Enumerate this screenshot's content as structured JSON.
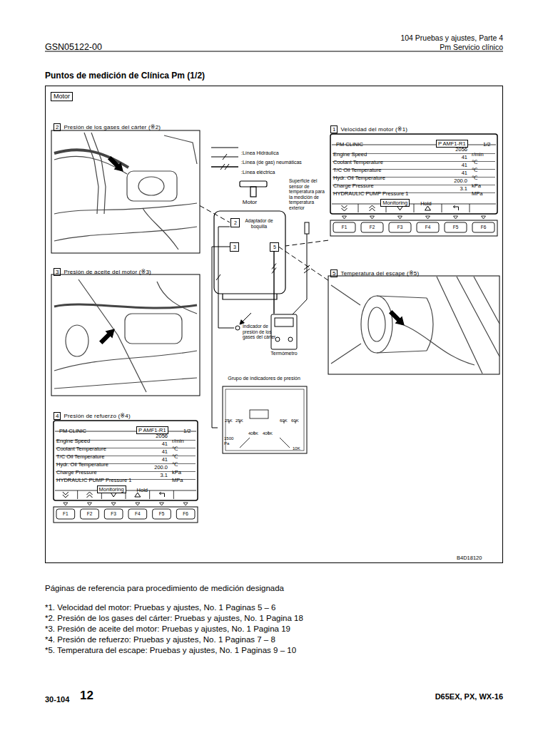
{
  "diagram": {
    "title": "Puntos de medición de Clínica Pm (1/2)",
    "nodes": [
      {
        "text": [
          "Motor"
        ]
      },
      {
        "text": [
          "2",
          "Presión de los gases del cárter (※2)"
        ],
        "in": 0
      },
      {
        "text": [
          "1",
          "Velocidad del motor (※1)"
        ],
        "in": 0
      },
      {
        "text": [
          "Motor"
        ],
        "in": 0
      },
      {
        "text": [
          "2",
          "Adaptador de boquilla"
        ],
        "in": 3
      },
      {
        "text": [
          "3"
        ],
        "in": 3
      },
      {
        "text": [
          "5"
        ],
        "in": 3
      },
      {
        "text": [
          "3",
          "Presión de aceite del motor (※3)"
        ],
        "in": 0
      },
      {
        "text": [
          "5",
          "Temperatura del escape (※5)"
        ],
        "in": 0
      },
      {
        "text": [
          "Indicador de presión de los gases del cárter"
        ],
        "in": 0
      },
      {
        "text": [
          "Termómetro"
        ],
        "in": 0
      },
      {
        "text": [
          "Grupo de indicadores de presión"
        ],
        "in": 0
      },
      {
        "text": [
          "4",
          "Presión de refuerzo (※4)"
        ],
        "in": 0
      }
    ],
    "edges": [
      {
        "from": 1,
        "to": 4,
        "arrow": "none"
      },
      {
        "from": 2,
        "to": 3,
        "arrow": "none"
      },
      {
        "from": 8,
        "to": 6,
        "arrow": "none"
      },
      {
        "from": 4,
        "to": 9,
        "arrow": "none"
      },
      {
        "from": 5,
        "to": 11,
        "arrow": "none"
      },
      {
        "from": 6,
        "to": 10,
        "arrow": "none"
      }
    ],
    "labels": [
      "GSN05122-00",
      "104 Pruebas y ajustes, Parte 4",
      "Pm Servicio clínico",
      "Superficie del sensor de temperatura para la medición de temperatura exterior",
      "PM CLINIC",
      "P AMF1-R1",
      "1/2",
      "Engine Speed",
      "2056",
      "r/min",
      "Coolant Temperature",
      "41",
      "℃",
      "T/C Oil Temperature",
      "41",
      "℃",
      "Hydr. Oil Temperature",
      "41",
      "℃",
      "Charge Pressure",
      "200.0",
      "kPa",
      "HYDRAULIC PUMP Pressure 1",
      "3.1",
      "MPa",
      "Monitoring",
      "Hold",
      "F1",
      "F2",
      "F3",
      "F4",
      "F5",
      "F6",
      "PM CLINIC",
      "P AMF1-R1",
      "1/2",
      "Engine Speed",
      "2056",
      "r/min",
      "Coolant Temperature",
      "41",
      "℃",
      "T/C Oil Temperature",
      "41",
      "℃",
      "Hydr. Oil Temperature",
      "41",
      "℃",
      "Charge Pressure",
      "200.0",
      "kPa",
      "HYDRAULIC PUMP Pressure 1",
      "3.1",
      "MPa",
      "Monitoring",
      "Hold",
      "F1",
      "F2",
      "F3",
      "F4",
      "F5",
      "F6",
      "25K",
      "25K",
      "60K",
      "60K",
      "400K",
      "400K",
      "1500 Pa",
      "10K",
      "B4D18120",
      "Páginas de referencia para procedimiento de medición designada",
      "*1. Velocidad del motor: Pruebas y ajustes, No. 1 Paginas 5 – 6",
      "*2. Presión de los gases del cárter: Pruebas y ajustes, No. 1 Pagina 18",
      "*3. Presión de aceite del motor: Pruebas y ajustes, No. 1 Pagina 19",
      "*4. Presión de refuerzo: Pruebas y ajustes, No. 1 Paginas 7 – 8",
      "*5. Temperatura del escape: Pruebas y ajustes, No. 1 Paginas 9 – 10",
      "30-104",
      "12",
      "D65EX, PX, WX-16"
    ],
    "legend": [
      {
        "text": ":Línea Hidráulica"
      },
      {
        "text": ":Línea (de gas) neumáticas"
      },
      {
        "text": ":Línea eléctrica"
      }
    ]
  }
}
